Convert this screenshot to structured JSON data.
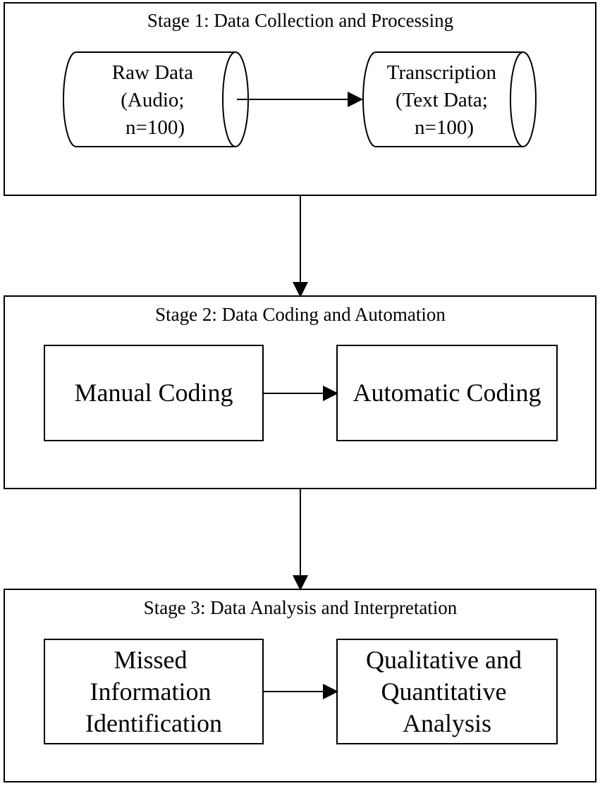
{
  "stages": [
    {
      "title": "Stage 1: Data Collection and Processing",
      "nodes": [
        {
          "shape": "cylinder",
          "lines": [
            "Raw Data",
            "(Audio;",
            "n=100)"
          ]
        },
        {
          "shape": "cylinder",
          "lines": [
            "Transcription",
            "(Text Data;",
            "n=100)"
          ]
        }
      ]
    },
    {
      "title": "Stage 2: Data Coding and Automation",
      "nodes": [
        {
          "shape": "rect",
          "lines": [
            "Manual Coding"
          ]
        },
        {
          "shape": "rect",
          "lines": [
            "Automatic Coding"
          ]
        }
      ]
    },
    {
      "title": "Stage 3: Data Analysis and Interpretation",
      "nodes": [
        {
          "shape": "rect",
          "lines": [
            "Missed",
            "Information",
            "Identification"
          ]
        },
        {
          "shape": "rect",
          "lines": [
            "Qualitative and",
            "Quantitative",
            "Analysis"
          ]
        }
      ]
    }
  ],
  "colors": {
    "stroke": "#000000",
    "background": "#ffffff",
    "text": "#000000"
  }
}
